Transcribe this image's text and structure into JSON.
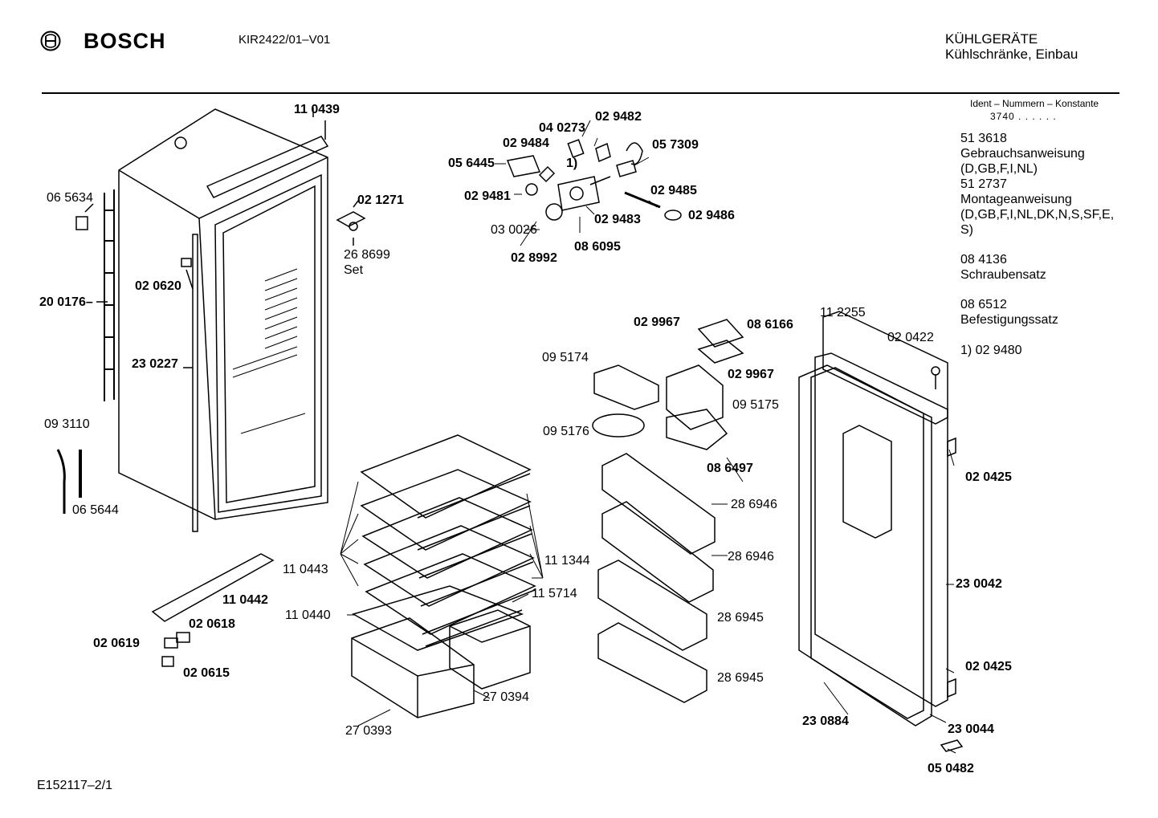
{
  "header": {
    "brand": "BOSCH",
    "model": "KIR2422/01–V01",
    "category_title": "KÜHLGERÄTE",
    "category_subtitle": "Kühlschränke, Einbau",
    "logo_icon": "bosch-armature-icon"
  },
  "ident": {
    "title": "Ident – Nummern – Konstante",
    "konstante": "3740 . . . . . ."
  },
  "side_notes": [
    {
      "number": "51 3618",
      "text": "Gebrauchsanweisung",
      "langs": "(D,GB,F,I,NL)"
    },
    {
      "number": "51 2737",
      "text": "Montageanweisung",
      "langs": "(D,GB,F,I,NL,DK,N,S,SF,E,",
      "langs2": "S)"
    },
    {
      "number": "08 4136",
      "text": "Schraubensatz"
    },
    {
      "number": "08 6512",
      "text": "Befestigungssatz"
    },
    {
      "note": "1)  02 9480"
    }
  ],
  "part_labels": {
    "p110439": "11 0439",
    "p065634": "06 5634",
    "p021271": "02 1271",
    "p268699": "26 8699",
    "set": "Set",
    "p020620": "02 0620",
    "p200176": "20 0176–",
    "p230227": "23 0227",
    "p093110": "09 3110",
    "p065644": "06 5644",
    "p040273": "04 0273",
    "p029482": "02 9482",
    "p029484": "02 9484",
    "p057309": "05 7309",
    "p056445": "05 6445",
    "note1": "1)",
    "p029481": "02 9481",
    "p029485": "02 9485",
    "p029483": "02 9483",
    "p029486": "02 9486",
    "p030026": "03 0026",
    "p086095": "08 6095",
    "p028992": "02 8992",
    "p029967a": "02 9967",
    "p086166": "08 6166",
    "p112255": "11 2255",
    "p020422": "02 0422",
    "p095174": "09 5174",
    "p029967b": "02 9967",
    "p095175": "09 5175",
    "p095176": "09 5176",
    "p086497": "08 6497",
    "p020425a": "02 0425",
    "p286946a": "28 6946",
    "p286946b": "28 6946",
    "p110443": "11 0443",
    "p111344": "11 1344",
    "p230042": "23 0042",
    "p115714": "11 5714",
    "p110442": "11 0442",
    "p110440": "11 0440",
    "p286945a": "28 6945",
    "p020618": "02 0618",
    "p020619": "02 0619",
    "p020615": "02 0615",
    "p020425b": "02 0425",
    "p286945b": "28 6945",
    "p270394": "27 0394",
    "p230884": "23 0884",
    "p230044": "23 0044",
    "p270393": "27 0393",
    "p050482": "05 0482"
  },
  "footer": "E152117–2/1"
}
